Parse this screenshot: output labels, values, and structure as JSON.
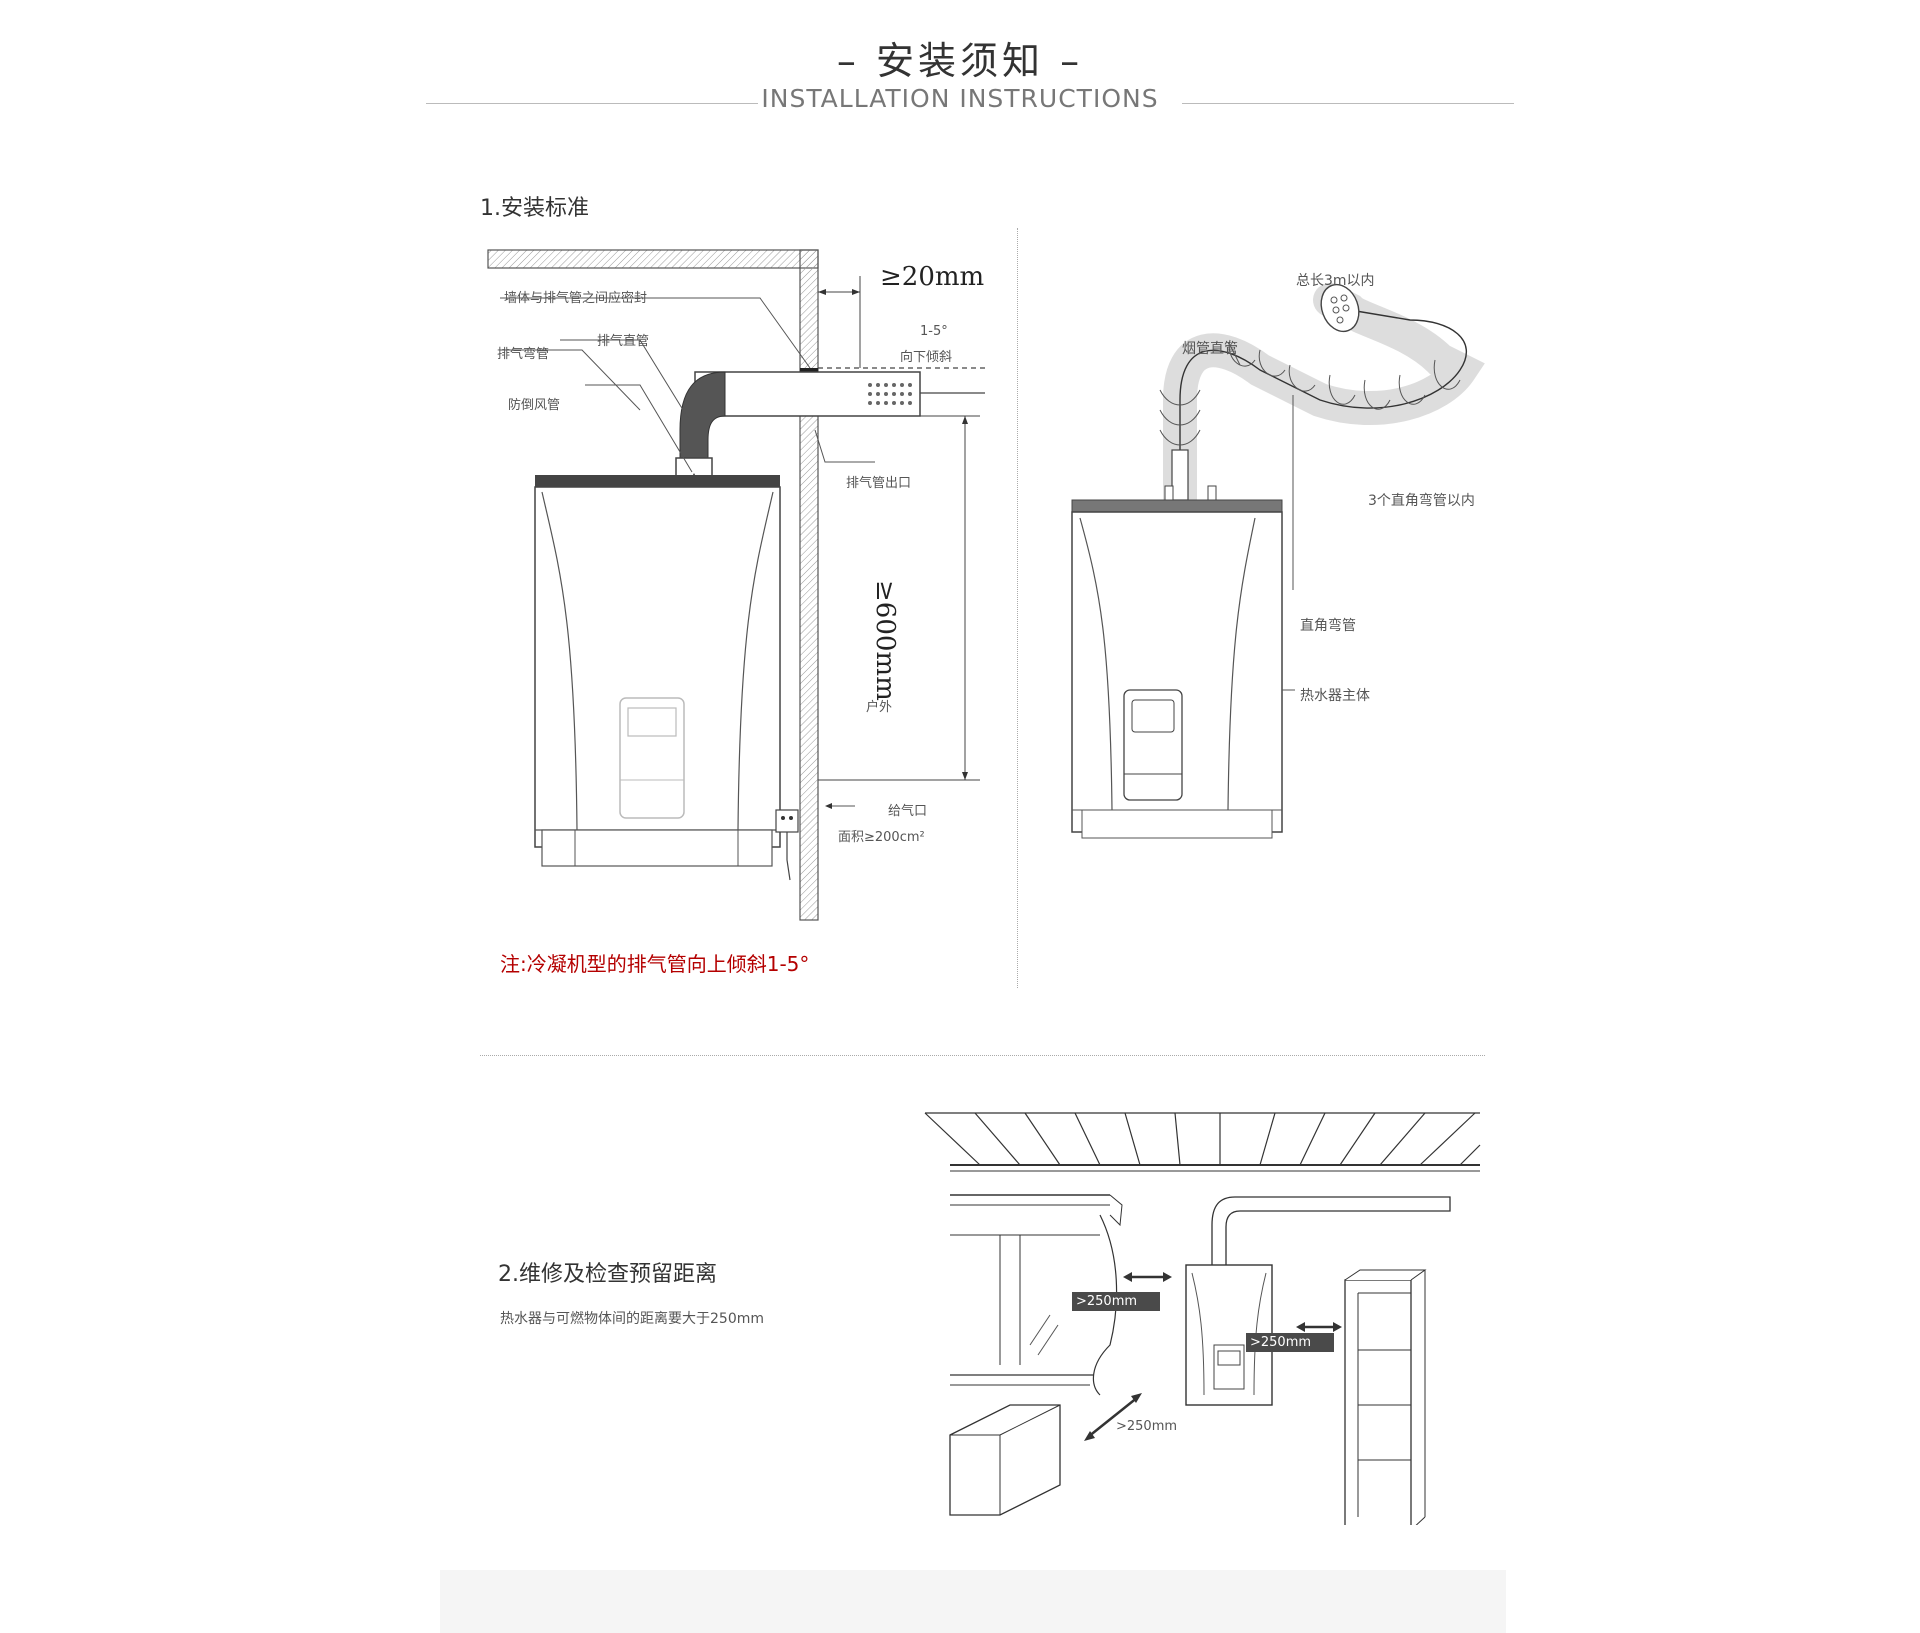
{
  "header": {
    "title": "– 安装须知 –",
    "subtitle": "INSTALLATION INSTRUCTIONS"
  },
  "section1": {
    "title": "1.安装标准",
    "note": "注:冷凝机型的排气管向上倾斜1-5°",
    "left_diagram": {
      "labels": {
        "wall_seal": "墙体与排气管之间应密封",
        "exhaust_straight": "排气直管",
        "exhaust_elbow": "排气弯管",
        "anti_backdraft": "防倒风管",
        "slope_range": "1-5°",
        "slope_text": "向下倾斜",
        "exhaust_outlet": "排气管出口",
        "outdoor": "户外",
        "air_inlet": "给气口",
        "inlet_area": "面积≥200cm²",
        "dim_20": "≥20mm",
        "dim_600": "≥600mm"
      }
    },
    "right_diagram": {
      "labels": {
        "total_length": "总长3m以内",
        "flue_straight": "烟管直管",
        "elbow_limit": "3个直角弯管以内",
        "right_angle_elbow": "直角弯管",
        "heater_body": "热水器主体"
      }
    }
  },
  "section2": {
    "title": "2.维修及检查预留距离",
    "description": "热水器与可燃物体间的距离要大于250mm",
    "labels": {
      "clearance_left": ">250mm",
      "clearance_right": ">250mm",
      "clearance_front": ">250mm"
    }
  }
}
